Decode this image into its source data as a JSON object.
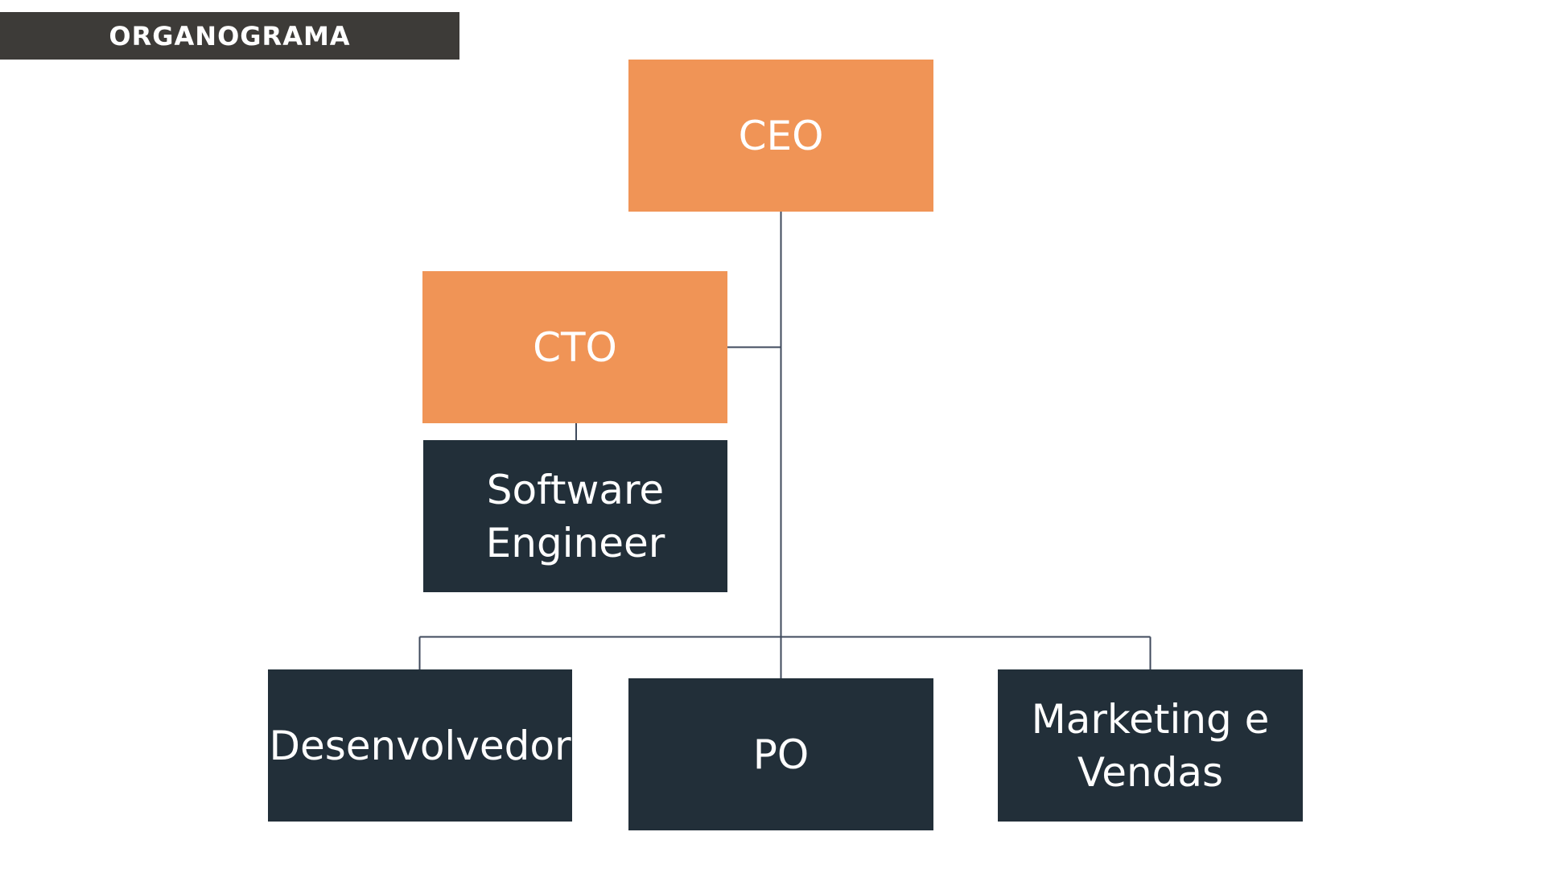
{
  "header": {
    "title": "ORGANOGRAMA"
  },
  "colors": {
    "title_bar": "#3d3b38",
    "leadership": "#f09456",
    "staff": "#222f39",
    "connector": "#3f4a5c",
    "text": "#ffffff"
  },
  "org": {
    "ceo": "CEO",
    "cto": "CTO",
    "software_engineer": "Software\nEngineer",
    "desenvolvedor": "Desenvolvedor",
    "po": "PO",
    "marketing_vendas": "Marketing e\nVendas"
  }
}
